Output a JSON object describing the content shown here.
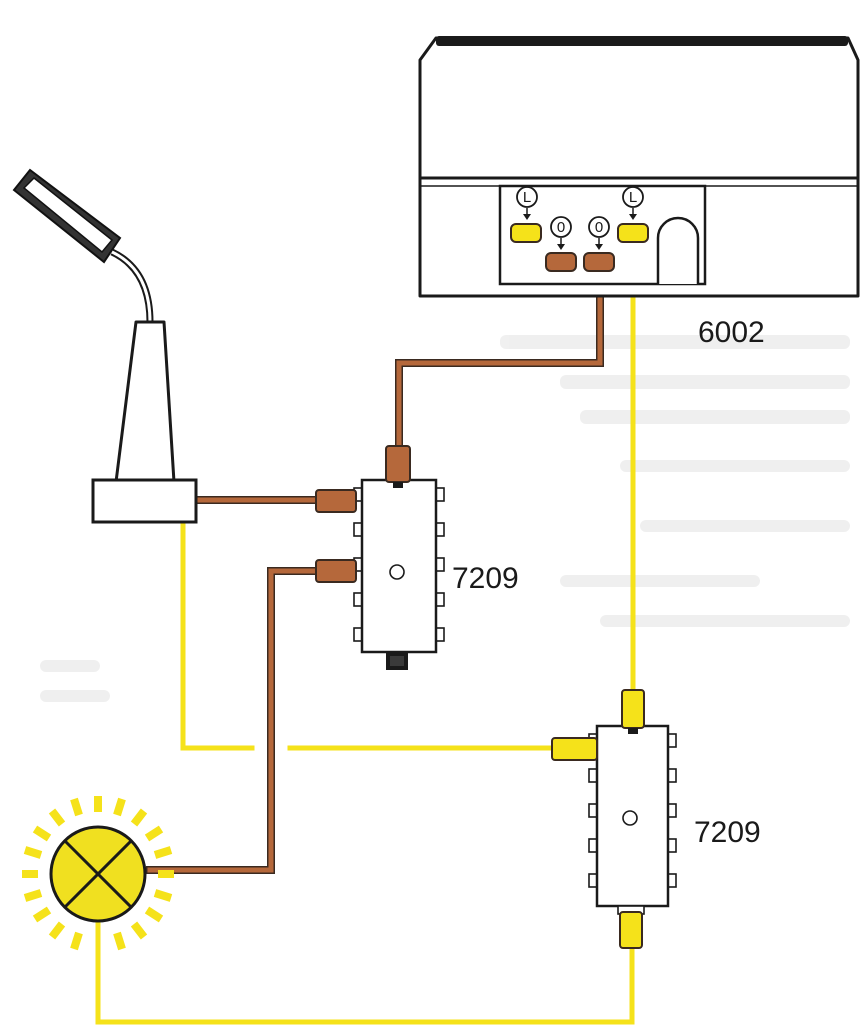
{
  "diagram": {
    "devices": {
      "control_box": {
        "label": "6002",
        "ports": [
          "L",
          "0",
          "0",
          "L"
        ]
      },
      "module_top": {
        "label": "7209"
      },
      "module_bottom": {
        "label": "7209"
      }
    },
    "components": [
      "street-lamp",
      "light-bulb"
    ],
    "wire_colors": {
      "signal": "#b5683b",
      "power": "#f5e21a"
    },
    "accent_colors": {
      "lamp_housing": "#333333",
      "bulb_fill": "#f0e020",
      "bulb_glow": "#f5e21a"
    }
  }
}
